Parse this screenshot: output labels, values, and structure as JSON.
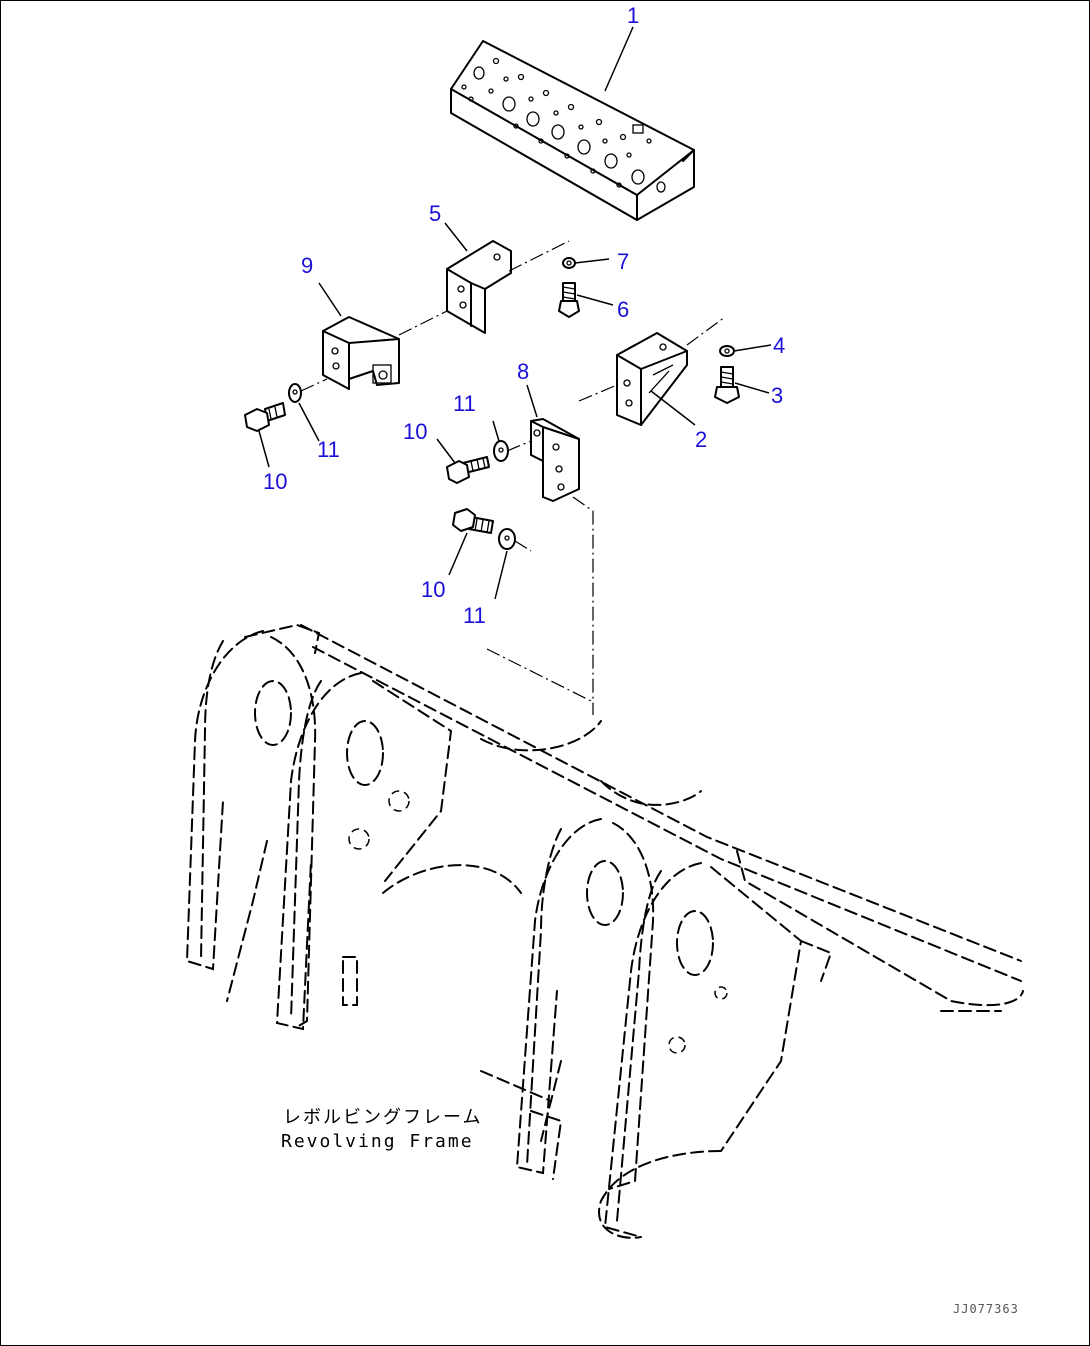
{
  "diagram": {
    "part_labels": {
      "p1": "1",
      "p2": "2",
      "p3": "3",
      "p4": "4",
      "p5": "5",
      "p6": "6",
      "p7": "7",
      "p8": "8",
      "p9": "9",
      "p10a": "10",
      "p10b": "10",
      "p10c": "10",
      "p11a": "11",
      "p11b": "11",
      "p11c": "11"
    },
    "frame_label_jp": "レボルビングフレーム",
    "frame_label_en": "Revolving Frame",
    "drawing_id": "JJ077363",
    "label_color": "#1a10d8"
  }
}
